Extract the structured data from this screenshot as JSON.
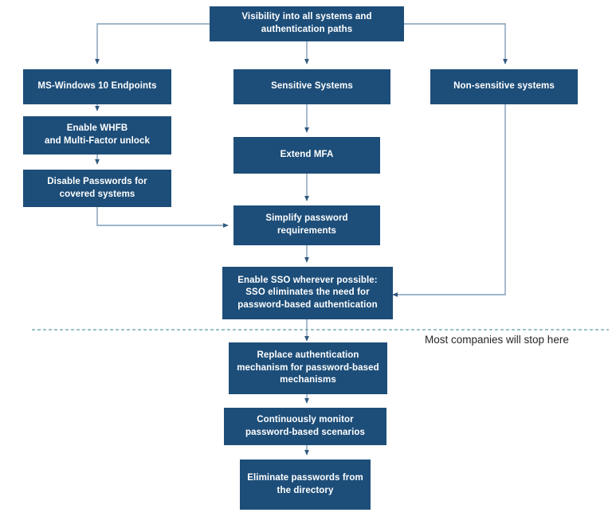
{
  "diagram": {
    "title_box": "Visibility into all systems and authentication paths",
    "colors": {
      "node_fill": "#1d4e79",
      "node_text": "#ffffff",
      "connector": "#7f9db9",
      "divider": "#5f9ea0",
      "annotation_text": "#262626",
      "background": "#ffffff"
    },
    "nodes": [
      {
        "id": "visibility",
        "label": "Visibility into all systems and authentication paths"
      },
      {
        "id": "ms-windows",
        "label": "MS-Windows 10 Endpoints"
      },
      {
        "id": "whfb",
        "label": "Enable WHFB and Multi-Factor unlock"
      },
      {
        "id": "disable-pw",
        "label": "Disable Passwords for covered systems"
      },
      {
        "id": "sensitive",
        "label": "Sensitive Systems"
      },
      {
        "id": "extend-mfa",
        "label": "Extend MFA"
      },
      {
        "id": "simplify",
        "label": "Simplify password requirements"
      },
      {
        "id": "sso",
        "label": "Enable SSO wherever possible: SSO eliminates the need for password-based authentication"
      },
      {
        "id": "non-sensitive",
        "label": "Non-sensitive systems"
      },
      {
        "id": "replace-auth",
        "label": "Replace authentication mechanism for password-based mechanisms"
      },
      {
        "id": "monitor",
        "label": "Continuously monitor password-based scenarios"
      },
      {
        "id": "eliminate",
        "label": "Eliminate passwords from the directory"
      }
    ],
    "node_lines": {
      "visibility": [
        "Visibility into all systems and",
        "authentication paths"
      ],
      "ms_windows": [
        "MS-Windows 10 Endpoints"
      ],
      "whfb": [
        "Enable WHFB",
        "and Multi-Factor unlock"
      ],
      "disable_pw": [
        "Disable Passwords for",
        "covered systems"
      ],
      "sensitive": [
        "Sensitive Systems"
      ],
      "extend_mfa": [
        "Extend MFA"
      ],
      "simplify": [
        "Simplify password",
        "requirements"
      ],
      "sso": [
        "Enable SSO wherever possible:",
        "SSO eliminates the need for",
        "password-based authentication"
      ],
      "non_sensitive": [
        "Non-sensitive systems"
      ],
      "replace_auth": [
        "Replace authentication",
        "mechanism for password-based",
        "mechanisms"
      ],
      "monitor": [
        "Continuously monitor",
        "password-based scenarios"
      ],
      "eliminate": [
        "Eliminate passwords from",
        "the directory"
      ]
    },
    "annotation": "Most companies will stop here"
  }
}
